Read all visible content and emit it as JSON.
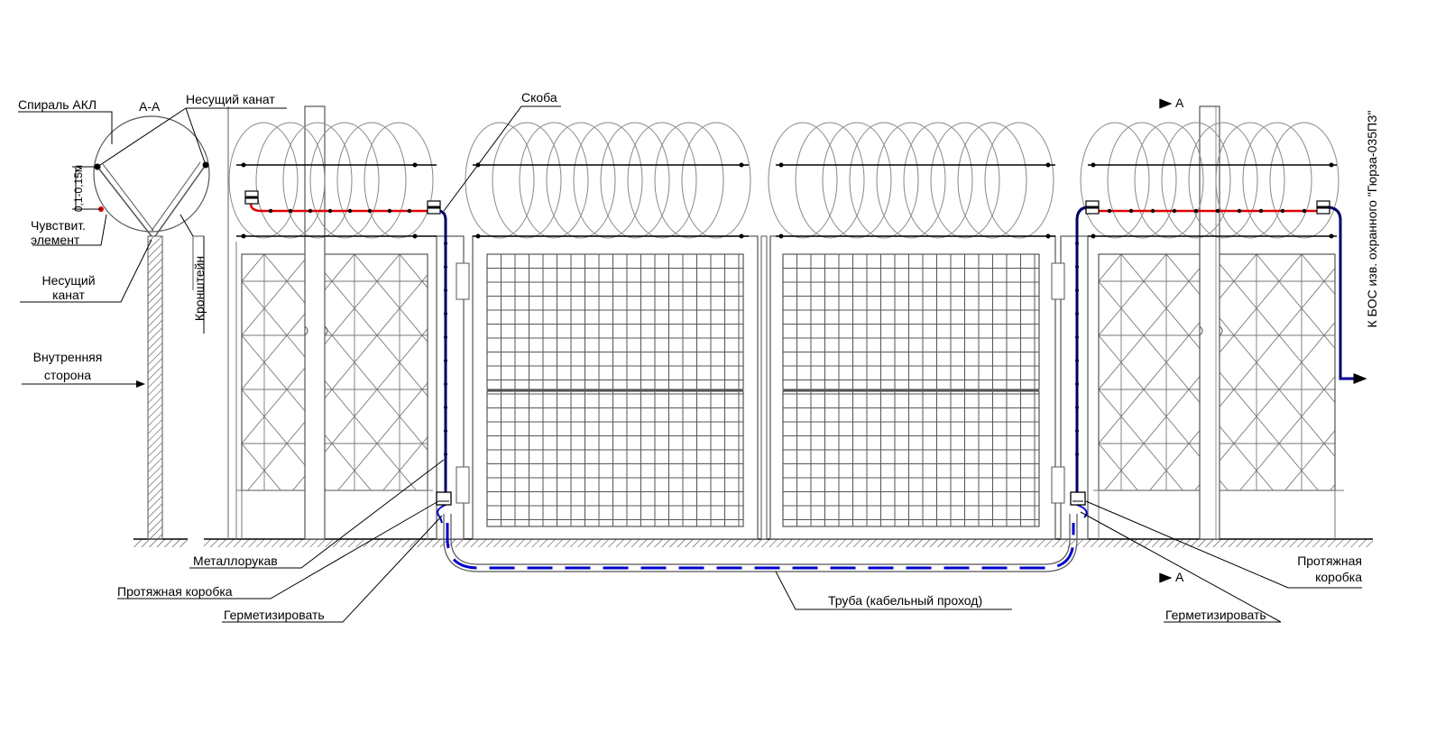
{
  "labels": {
    "spiral": "Спираль АКЛ",
    "section_aa": "А-А",
    "carrier_rope_top": "Несущий канат",
    "dimension": "0,1-0,15м",
    "sensor_line1": "Чувствит.",
    "sensor_line2": "элемент",
    "carrier_rope_line1": "Несущий",
    "carrier_rope_line2": "канат",
    "bracket": "Кронштейн",
    "inner_line1": "Внутренняя",
    "inner_line2": "сторона",
    "clamp": "Скоба",
    "metal_hose": "Металлорукав",
    "pull_box_left": "Протяжная коробка",
    "seal_left": "Герметизировать",
    "pipe": "Труба (кабельный проход)",
    "seal_right": "Герметизировать",
    "pull_box_right_line1": "Протяжная",
    "pull_box_right_line2": "коробка",
    "cut_top": "А",
    "cut_bottom": "А",
    "bos": "К БОС изв. охранного \"Гюрза-035ПЗ\""
  },
  "colors": {
    "line": "#555555",
    "dark": "#000000",
    "sensor": "#e00000",
    "cable": "#0000cc",
    "cable_dark": "#000066"
  }
}
